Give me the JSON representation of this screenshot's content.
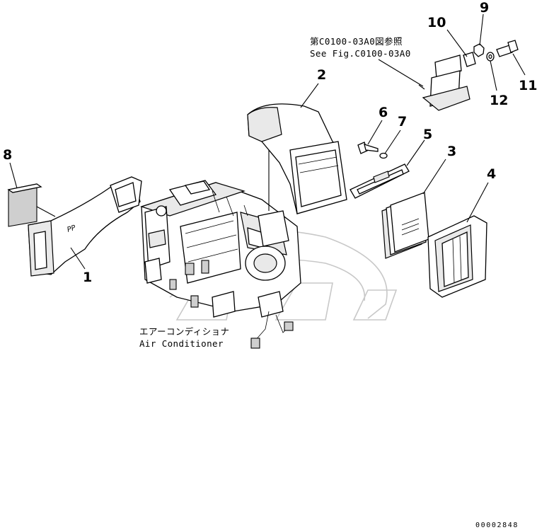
{
  "callouts": [
    "1",
    "2",
    "3",
    "4",
    "5",
    "6",
    "7",
    "8",
    "9",
    "10",
    "11",
    "12"
  ],
  "note_ref": {
    "jp": "第C0100-03A0図参照",
    "en": "See Fig.C0100-03A0"
  },
  "main_unit": {
    "jp": "エアーコンディショナ",
    "en": "Air Conditioner"
  },
  "duct_mark": "PP",
  "doc_id": "00002848"
}
